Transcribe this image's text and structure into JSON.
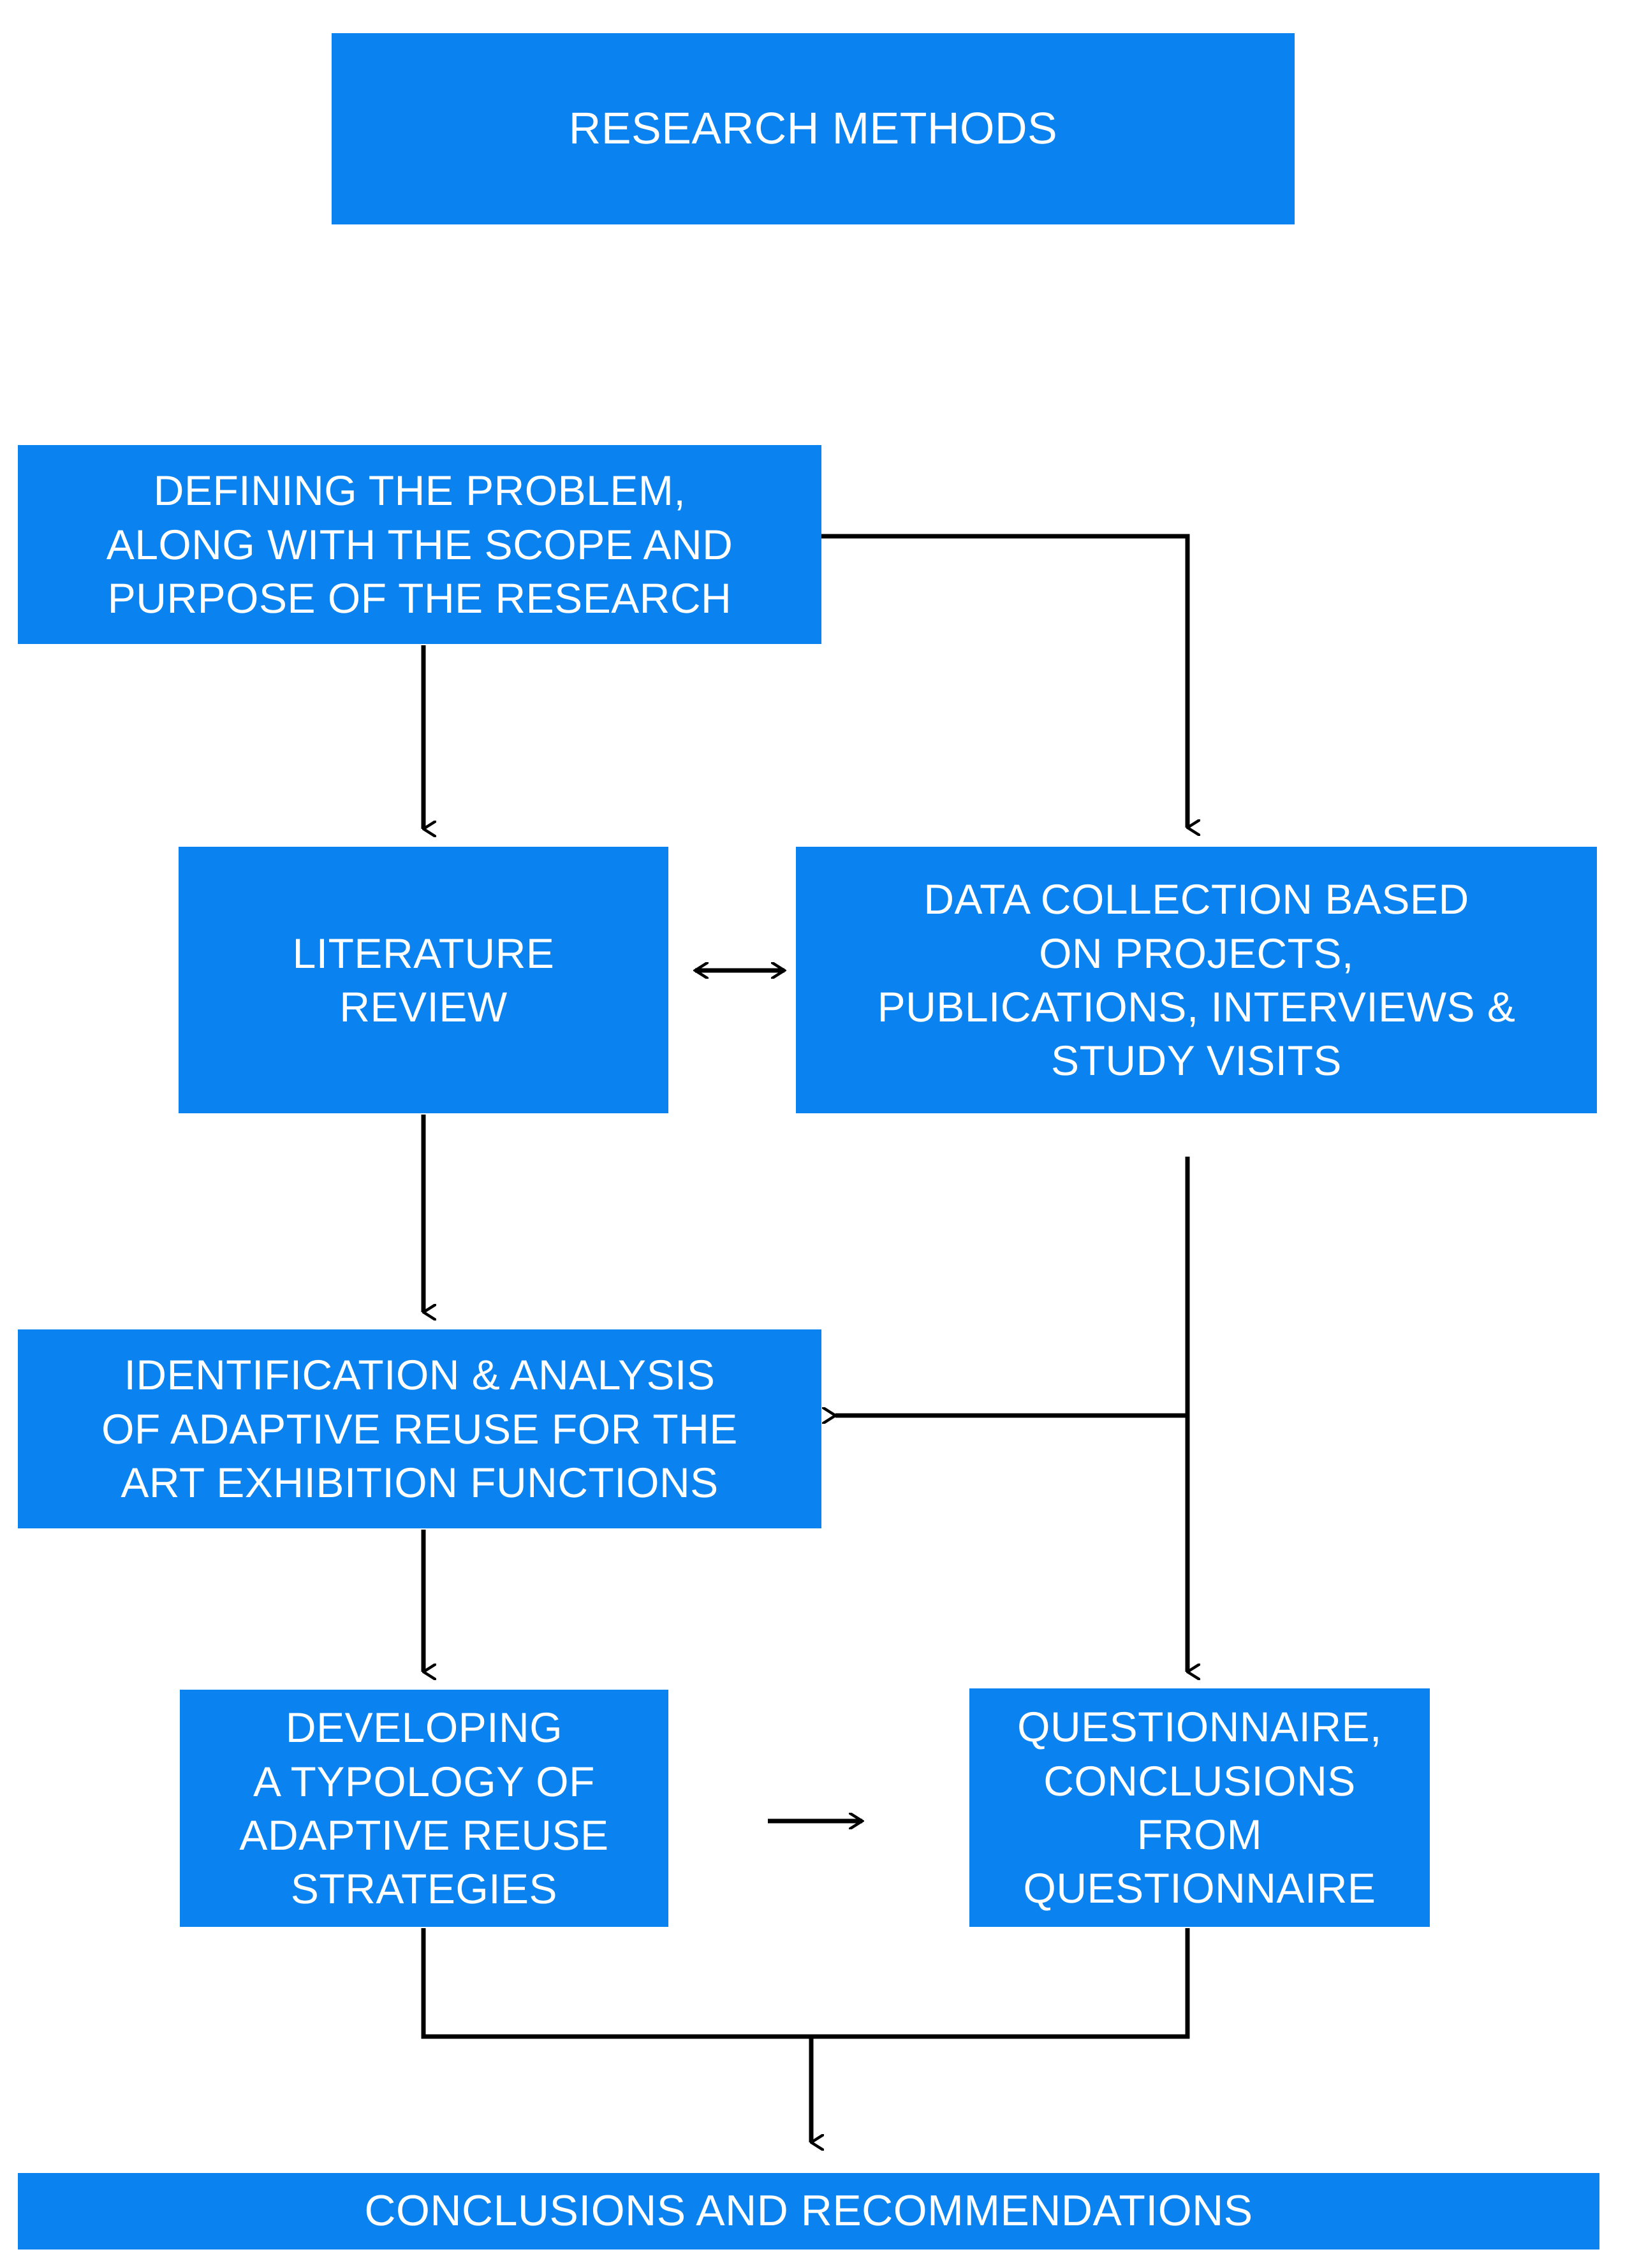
{
  "diagram": {
    "title_box": {
      "label": "RESEARCH METHODS",
      "lines": [
        "RESEARCH METHODS"
      ]
    },
    "colors": {
      "node_fill": "#0a82ef",
      "node_text": "#ffffff",
      "connector": "#000000",
      "background": "#ffffff"
    },
    "nodes": [
      {
        "id": "problem",
        "label": "DEFINING THE PROBLEM, ALONG WITH THE SCOPE AND PURPOSE OF THE RESEARCH",
        "lines": [
          "DEFINING THE PROBLEM,",
          "ALONG WITH THE SCOPE AND",
          "PURPOSE OF THE RESEARCH"
        ]
      },
      {
        "id": "literature-review",
        "label": "LITERATURE REVIEW",
        "lines": [
          "LITERATURE",
          "REVIEW"
        ]
      },
      {
        "id": "data-collection",
        "label": "DATA COLLECTION BASED ON PROJECTS, PUBLICATIONS, INTERVIEWS & STUDY VISITS",
        "lines": [
          "DATA COLLECTION BASED",
          "ON PROJECTS,",
          "PUBLICATIONS, INTERVIEWS &",
          "STUDY VISITS"
        ]
      },
      {
        "id": "identification-analysis",
        "label": "IDENTIFICATION & ANALYSIS OF ADAPTIVE REUSE FOR THE ART EXHIBITION FUNCTIONS",
        "lines": [
          "IDENTIFICATION & ANALYSIS",
          "OF ADAPTIVE REUSE FOR THE",
          "ART EXHIBITION FUNCTIONS"
        ]
      },
      {
        "id": "typology",
        "label": "DEVELOPING A TYPOLOGY OF ADAPTIVE REUSE STRATEGIES",
        "lines": [
          "DEVELOPING",
          "A TYPOLOGY OF",
          "ADAPTIVE REUSE",
          "STRATEGIES"
        ]
      },
      {
        "id": "questionnaire",
        "label": "QUESTIONNAIRE, CONCLUSIONS FROM QUESTIONNAIRE",
        "lines": [
          "QUESTIONNAIRE,",
          "CONCLUSIONS",
          "FROM",
          "QUESTIONNAIRE"
        ]
      },
      {
        "id": "conclusions",
        "label": "CONCLUSIONS AND RECOMMENDATIONS",
        "lines": [
          "CONCLUSIONS AND RECOMMENDATIONS"
        ]
      }
    ],
    "connectors": [
      {
        "id": "problem-to-literature",
        "from": "problem",
        "to": "literature-review",
        "style": "arrow-down"
      },
      {
        "id": "problem-to-data",
        "from": "problem",
        "to": "data-collection",
        "style": "elbow-right-down"
      },
      {
        "id": "literature-data-bidirectional",
        "from": "literature-review",
        "to": "data-collection",
        "style": "double-arrow-horizontal"
      },
      {
        "id": "literature-to-identification",
        "from": "literature-review",
        "to": "identification-analysis",
        "style": "arrow-down"
      },
      {
        "id": "data-to-identification",
        "from": "data-collection",
        "to": "identification-analysis",
        "style": "elbow-down-left"
      },
      {
        "id": "data-to-questionnaire",
        "from": "data-collection",
        "to": "questionnaire",
        "style": "arrow-down"
      },
      {
        "id": "identification-to-typology",
        "from": "identification-analysis",
        "to": "typology",
        "style": "arrow-down"
      },
      {
        "id": "typology-to-questionnaire",
        "from": "typology",
        "to": "questionnaire",
        "style": "arrow-right"
      },
      {
        "id": "merge-to-conclusions",
        "from": "typology-and-questionnaire",
        "to": "conclusions",
        "style": "merge-down"
      }
    ]
  }
}
